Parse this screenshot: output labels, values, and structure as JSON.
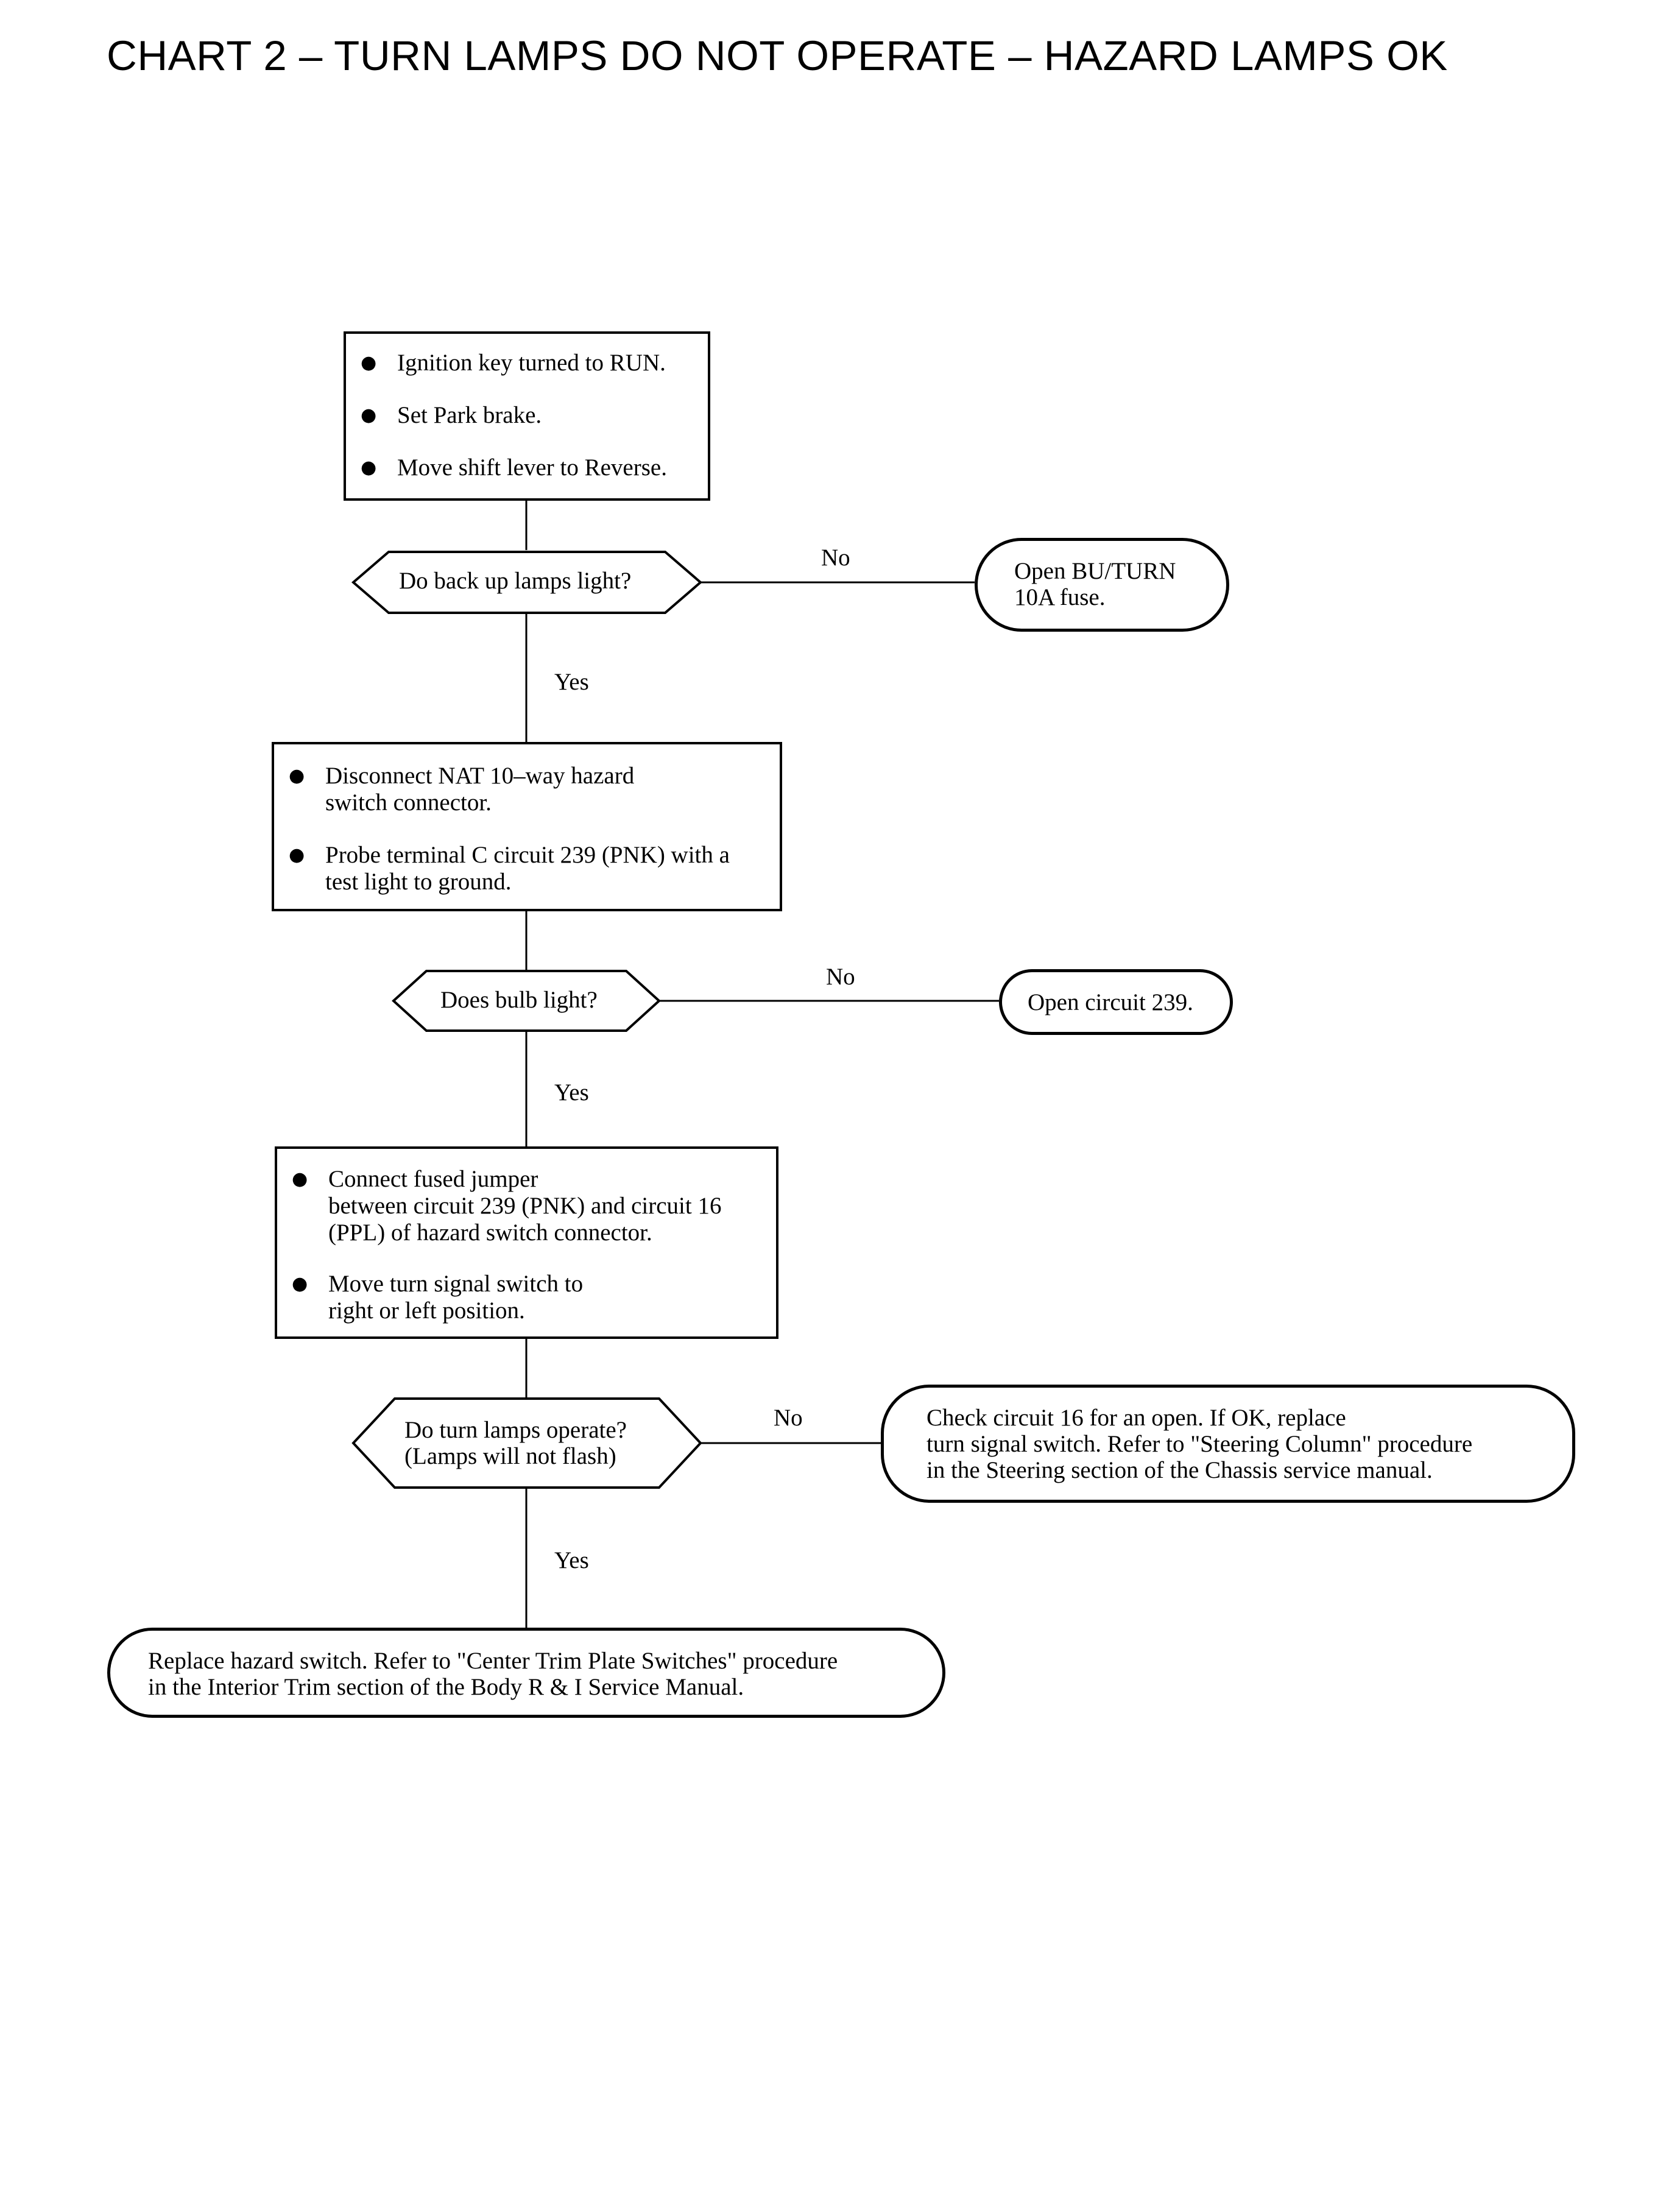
{
  "title": "CHART 2 – TURN LAMPS DO NOT OPERATE – HAZARD LAMPS OK",
  "flow": {
    "step1": {
      "bullets": [
        "Ignition key turned to RUN.",
        "Set Park brake.",
        "Move shift lever to Reverse."
      ]
    },
    "decision1": {
      "question": "Do back up lamps light?",
      "no_label": "No",
      "yes_label": "Yes",
      "no_result": "Open BU/TURN\n10A fuse."
    },
    "step2": {
      "bullets": [
        "Disconnect NAT 10–way hazard\nswitch connector.",
        "Probe terminal C circuit 239 (PNK) with a\ntest light to ground."
      ]
    },
    "decision2": {
      "question": "Does bulb light?",
      "no_label": "No",
      "yes_label": "Yes",
      "no_result": "Open circuit 239."
    },
    "step3": {
      "bullets": [
        "Connect fused jumper\nbetween circuit 239 (PNK) and circuit 16\n(PPL) of hazard switch connector.",
        "Move turn signal switch to\nright or left position."
      ]
    },
    "decision3": {
      "question": "Do turn lamps operate?\n(Lamps will not flash)",
      "no_label": "No",
      "yes_label": "Yes",
      "no_result": "Check circuit 16 for an open.  If OK, replace\nturn signal switch.  Refer to \"Steering Column\" procedure\nin the Steering section of the Chassis service manual."
    },
    "final": {
      "text": "Replace hazard switch. Refer to \"Center Trim Plate Switches\" procedure\nin the Interior Trim section of the Body R & I Service Manual."
    }
  }
}
